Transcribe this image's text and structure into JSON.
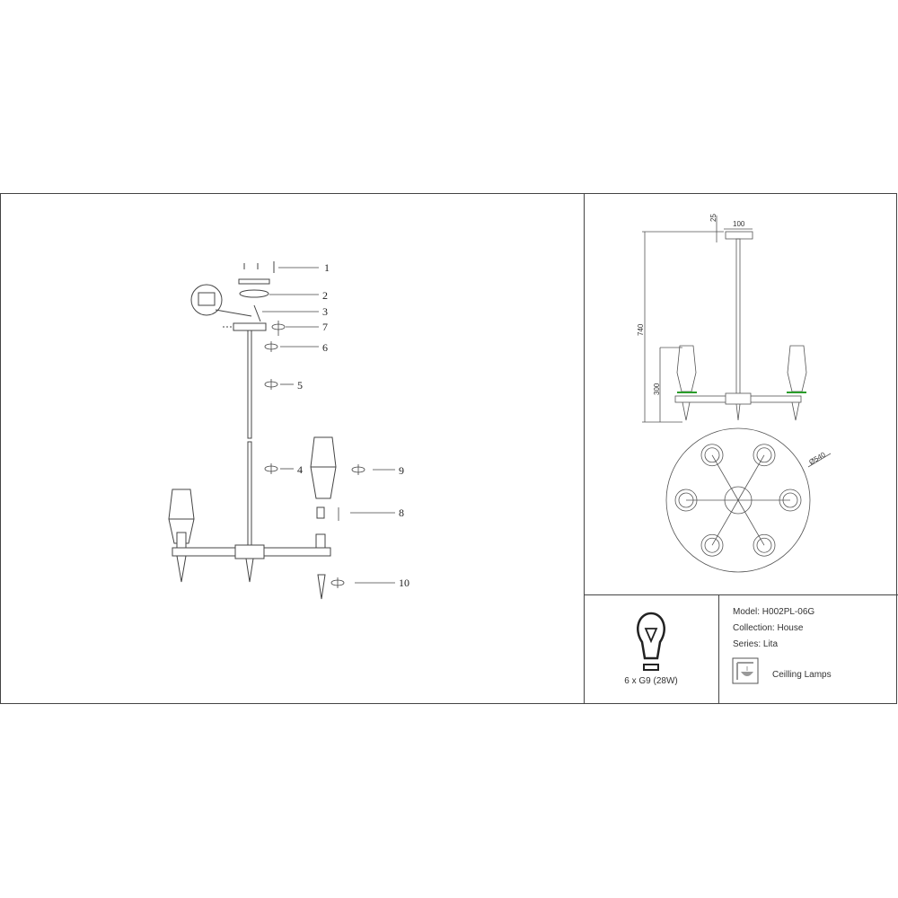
{
  "assembly": {
    "callouts": [
      "1",
      "2",
      "3",
      "7",
      "6",
      "5",
      "4",
      "9",
      "8",
      "10"
    ]
  },
  "dimensions": {
    "canopy_height": "25",
    "canopy_width": "100",
    "total_height": "740",
    "lamp_height": "300",
    "diameter": "Ø540"
  },
  "spec": {
    "bulb": "6 x G9 (28W)",
    "model": "Model: H002PL-06G",
    "collection": "Collection: House",
    "series": "Series: Lita",
    "category": "Ceilling Lamps"
  },
  "colors": {
    "line": "#444444",
    "accent": "#2a9d2a"
  }
}
